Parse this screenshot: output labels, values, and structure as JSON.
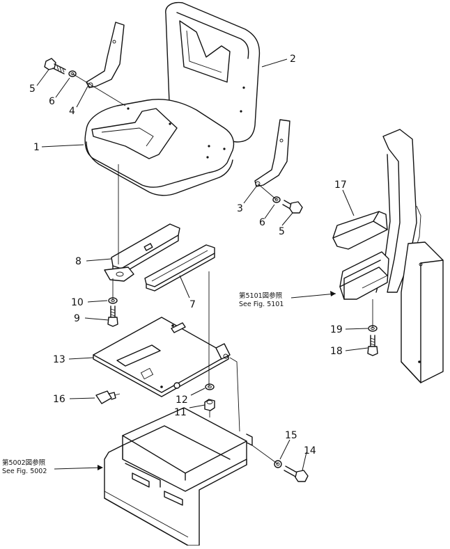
{
  "diagram": {
    "callouts": [
      {
        "id": "c1",
        "label": "1"
      },
      {
        "id": "c2",
        "label": "2"
      },
      {
        "id": "c3",
        "label": "3"
      },
      {
        "id": "c4",
        "label": "4"
      },
      {
        "id": "c5a",
        "label": "5"
      },
      {
        "id": "c5b",
        "label": "5"
      },
      {
        "id": "c6a",
        "label": "6"
      },
      {
        "id": "c6b",
        "label": "6"
      },
      {
        "id": "c7",
        "label": "7"
      },
      {
        "id": "c8",
        "label": "8"
      },
      {
        "id": "c9",
        "label": "9"
      },
      {
        "id": "c10",
        "label": "10"
      },
      {
        "id": "c11",
        "label": "11"
      },
      {
        "id": "c12",
        "label": "12"
      },
      {
        "id": "c13",
        "label": "13"
      },
      {
        "id": "c14",
        "label": "14"
      },
      {
        "id": "c15",
        "label": "15"
      },
      {
        "id": "c16",
        "label": "16"
      },
      {
        "id": "c17",
        "label": "17"
      },
      {
        "id": "c18",
        "label": "18"
      },
      {
        "id": "c19",
        "label": "19"
      }
    ],
    "references": [
      {
        "id": "ref5101",
        "line1": "第5101図参照",
        "line2": "See Fig. 5101"
      },
      {
        "id": "ref5002",
        "line1": "第5002図参照",
        "line2": "See Fig. 5002"
      }
    ]
  }
}
